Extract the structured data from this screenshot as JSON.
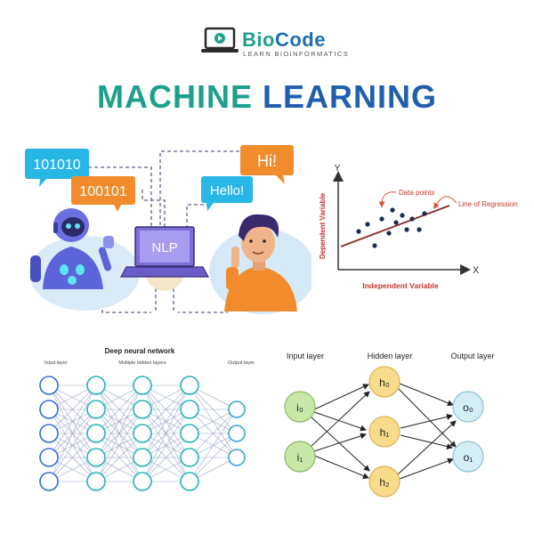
{
  "brand": {
    "name_part1": "Bio",
    "name_part2": "Code",
    "tagline": "LEARN BIOINFORMATICS",
    "teal": "#1fa08c",
    "blue": "#1f6fb0"
  },
  "title": {
    "part1": "MACHINE",
    "part2": "LEARNING"
  },
  "nlp_scene": {
    "bubbles": [
      "101010",
      "100101",
      "Hello!",
      "Hi!"
    ],
    "laptop_label": "NLP"
  },
  "regression": {
    "x_axis_letter": "X",
    "y_axis_letter": "Y",
    "x_label": "Independent Variable",
    "y_label": "Dependent Variable",
    "annotation_points": "Data points",
    "annotation_line": "Line of Regression"
  },
  "dnn": {
    "title": "Deep neural network",
    "input_label": "Input layer",
    "hidden_label": "Multiple hidden layers",
    "output_label": "Output layer"
  },
  "simple_nn": {
    "input_label": "Input layer",
    "hidden_label": "Hidden layer",
    "output_label": "Output layer",
    "inputs": [
      "i₀",
      "i₁"
    ],
    "hidden": [
      "h₀",
      "h₁",
      "h₂"
    ],
    "outputs": [
      "o₀",
      "o₁"
    ]
  }
}
